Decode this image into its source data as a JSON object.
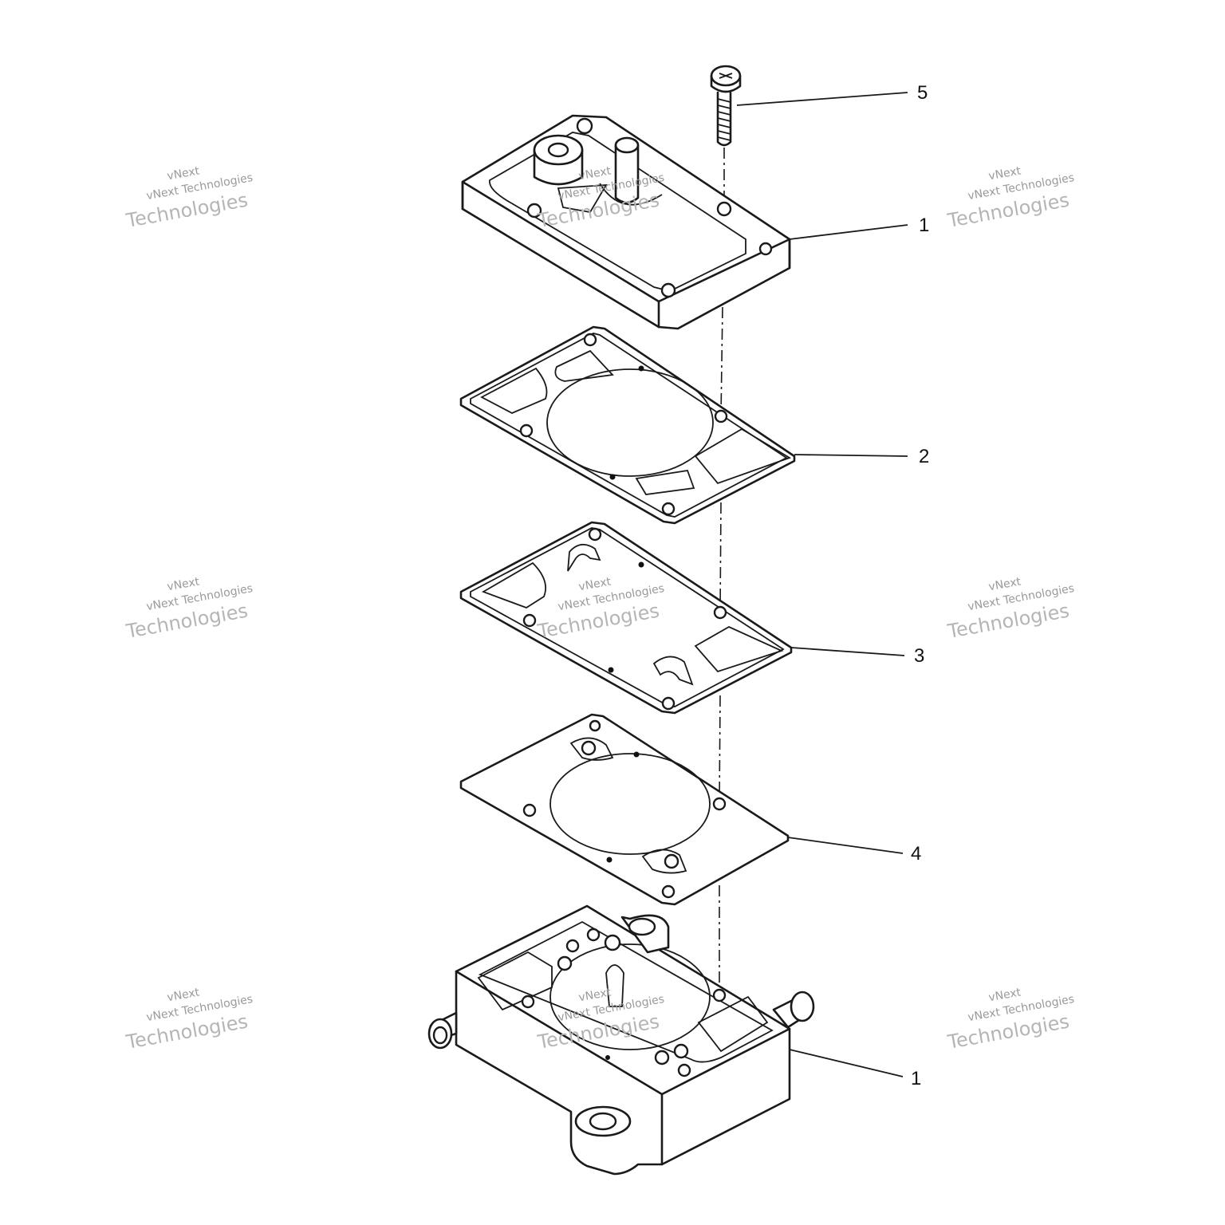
{
  "callouts": [
    {
      "label": "5"
    },
    {
      "label": "1"
    },
    {
      "label": "2"
    },
    {
      "label": "3"
    },
    {
      "label": "4"
    },
    {
      "label": "1"
    }
  ],
  "watermark": {
    "line_a": "vNext",
    "line_b": "vNext Technologies",
    "line_c": "Technologies"
  }
}
